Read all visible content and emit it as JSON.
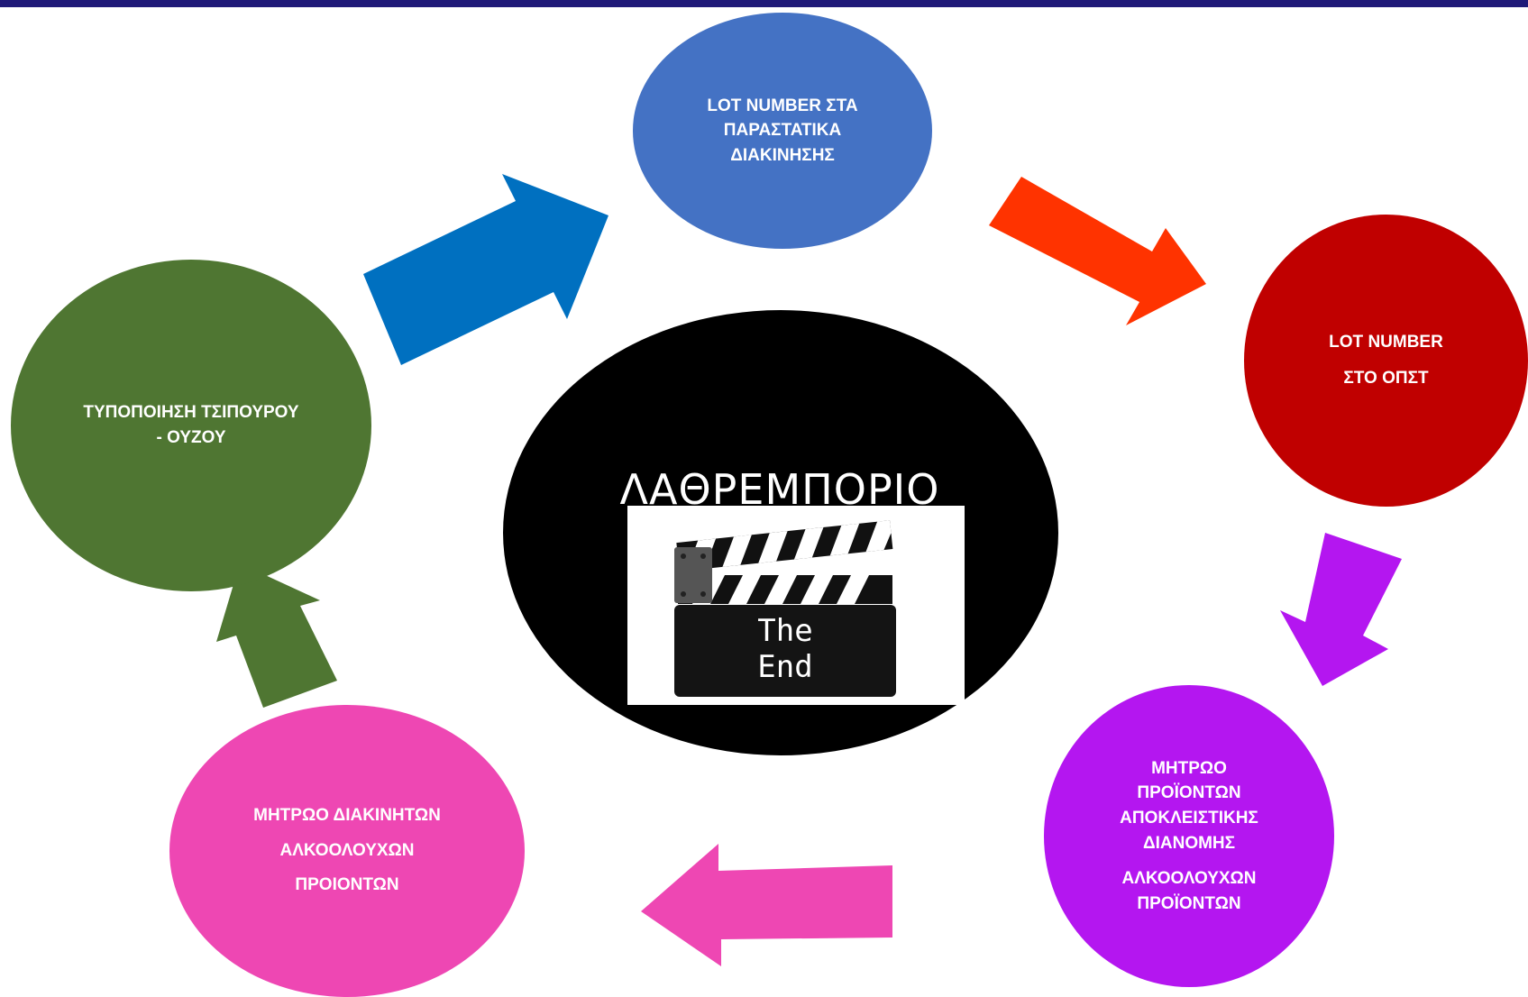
{
  "colors": {
    "blue_node": "#4472c4",
    "red_node": "#c00000",
    "purple_node": "#b416f0",
    "pink_node": "#ee47b3",
    "green_node": "#4f7632",
    "blue_arrow": "#0070c0",
    "orange_arrow": "#ff3300",
    "purple_arrow": "#b416f0",
    "pink_arrow": "#ee47b3",
    "green_arrow": "#4f7632",
    "center": "#000000",
    "border": "#1f1a78"
  },
  "center": {
    "title": "ΛΑΘΡΕΜΠΟΡΙΟ",
    "clapperboard": {
      "line1": "The",
      "line2": "End"
    }
  },
  "nodes": {
    "top": {
      "lines": [
        "LOT NUMBER ΣΤΑ",
        "ΠΑΡΑΣΤΑΤΙΚΑ",
        "ΔΙΑΚΙΝΗΣΗΣ"
      ]
    },
    "right": {
      "lines": [
        "LOT NUMBER",
        "ΣΤΟ ΟΠΣΤ"
      ]
    },
    "bottom_right": {
      "lines": [
        "ΜΗΤΡΩΟ",
        "ΠΡΟΪΟΝΤΩΝ",
        "ΑΠΟΚΛΕΙΣΤΙΚΗΣ",
        "ΔΙΑΝΟΜΗΣ"
      ],
      "lines2": [
        "ΑΛΚΟΟΛΟΥΧΩΝ",
        "ΠΡΟΪΟΝΤΩΝ"
      ]
    },
    "bottom_left": {
      "lines": [
        "ΜΗΤΡΩΟ ΔΙΑΚΙΝΗΤΩΝ",
        "ΑΛΚΟΟΛΟΥΧΩΝ",
        "ΠΡΟΙΟΝΤΩΝ"
      ]
    },
    "left": {
      "lines": [
        "ΤΥΠΟΠΟΙΗΣΗ ΤΣΙΠΟΥΡΟΥ",
        "- ΟΥΖΟΥ"
      ]
    }
  }
}
